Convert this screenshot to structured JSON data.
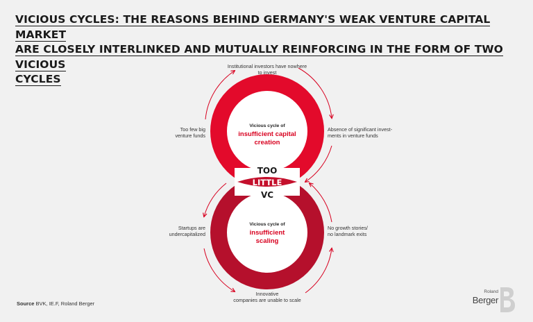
{
  "title_lines": [
    "VICIOUS CYCLES: THE REASONS BEHIND GERMANY'S WEAK VENTURE CAPITAL MARKET",
    "ARE CLOSELY INTERLINKED AND MUTUALLY REINFORCING IN THE FORM OF TWO VICIOUS",
    "CYCLES"
  ],
  "top_cycle": {
    "line1": "Vicious cycle of",
    "line2": "insufficient capital",
    "line3": "creation"
  },
  "bottom_cycle": {
    "line1": "Vicious cycle of",
    "line2": "insufficient",
    "line3": "scaling"
  },
  "center": {
    "top": "TOO",
    "middle": "LITTLE",
    "bottom": "VC"
  },
  "labels": {
    "top_1": "Institutional investors have nowhere",
    "top_2": "to invest",
    "right_upper_1": "Absence of significant invest-",
    "right_upper_2": "ments in venture funds",
    "left_upper_1": "Too few big",
    "left_upper_2": "venture funds",
    "left_lower_1": "Startups are",
    "left_lower_2": "undercapitalized",
    "right_lower_1": "No growth stories/",
    "right_lower_2": "no landmark exits",
    "bottom_1": "Innovative",
    "bottom_2": "companies are unable to scale"
  },
  "source": {
    "label": "Source",
    "text": "BVK, IE.F, Roland Berger"
  },
  "logo": {
    "line1": "Roland",
    "line2": "Berger",
    "mark": "B"
  },
  "colors": {
    "top_ring": "#e30a2b",
    "bottom_ring": "#b5102c",
    "overlap": "#c4102c",
    "arrow": "#d8001f",
    "background": "#f1f1f1"
  }
}
